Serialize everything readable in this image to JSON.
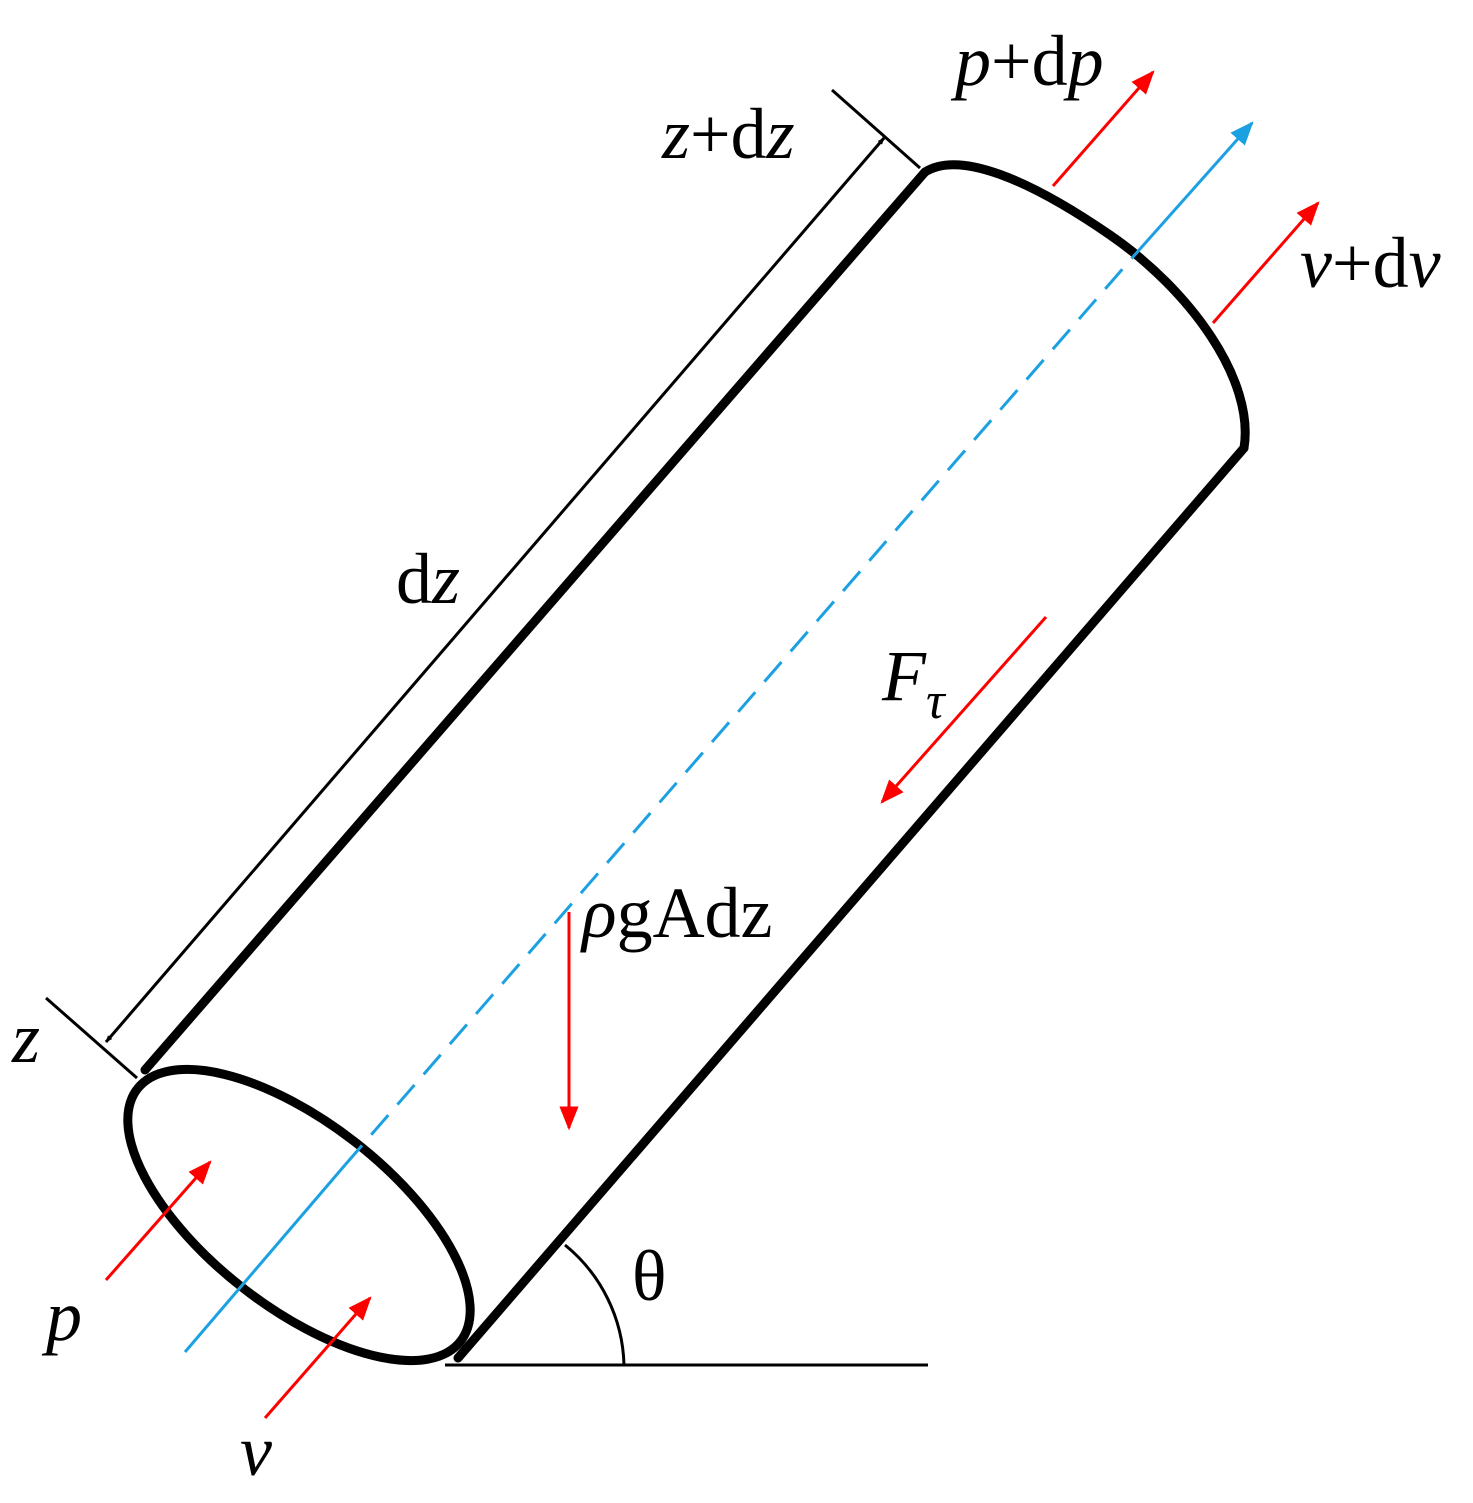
{
  "labels": {
    "z_bottom": {
      "var": "z"
    },
    "z_top": {
      "var": "z",
      "op": "+d",
      "var2": "z"
    },
    "dz": {
      "d": "d",
      "var": "z"
    },
    "p_in": {
      "var": "p"
    },
    "p_out": {
      "var": "p",
      "op": "+d",
      "var2": "p"
    },
    "v_in": {
      "var": "v"
    },
    "v_out": {
      "var": "v",
      "op": "+d",
      "var2": "v"
    },
    "gravity": {
      "rho": "ρ",
      "rest": "gAdz"
    },
    "friction": {
      "F": "F",
      "sub": "τ"
    },
    "theta": "θ"
  },
  "colors": {
    "outline": "#000000",
    "force": "#ff0000",
    "axis": "#1ba1e2"
  }
}
